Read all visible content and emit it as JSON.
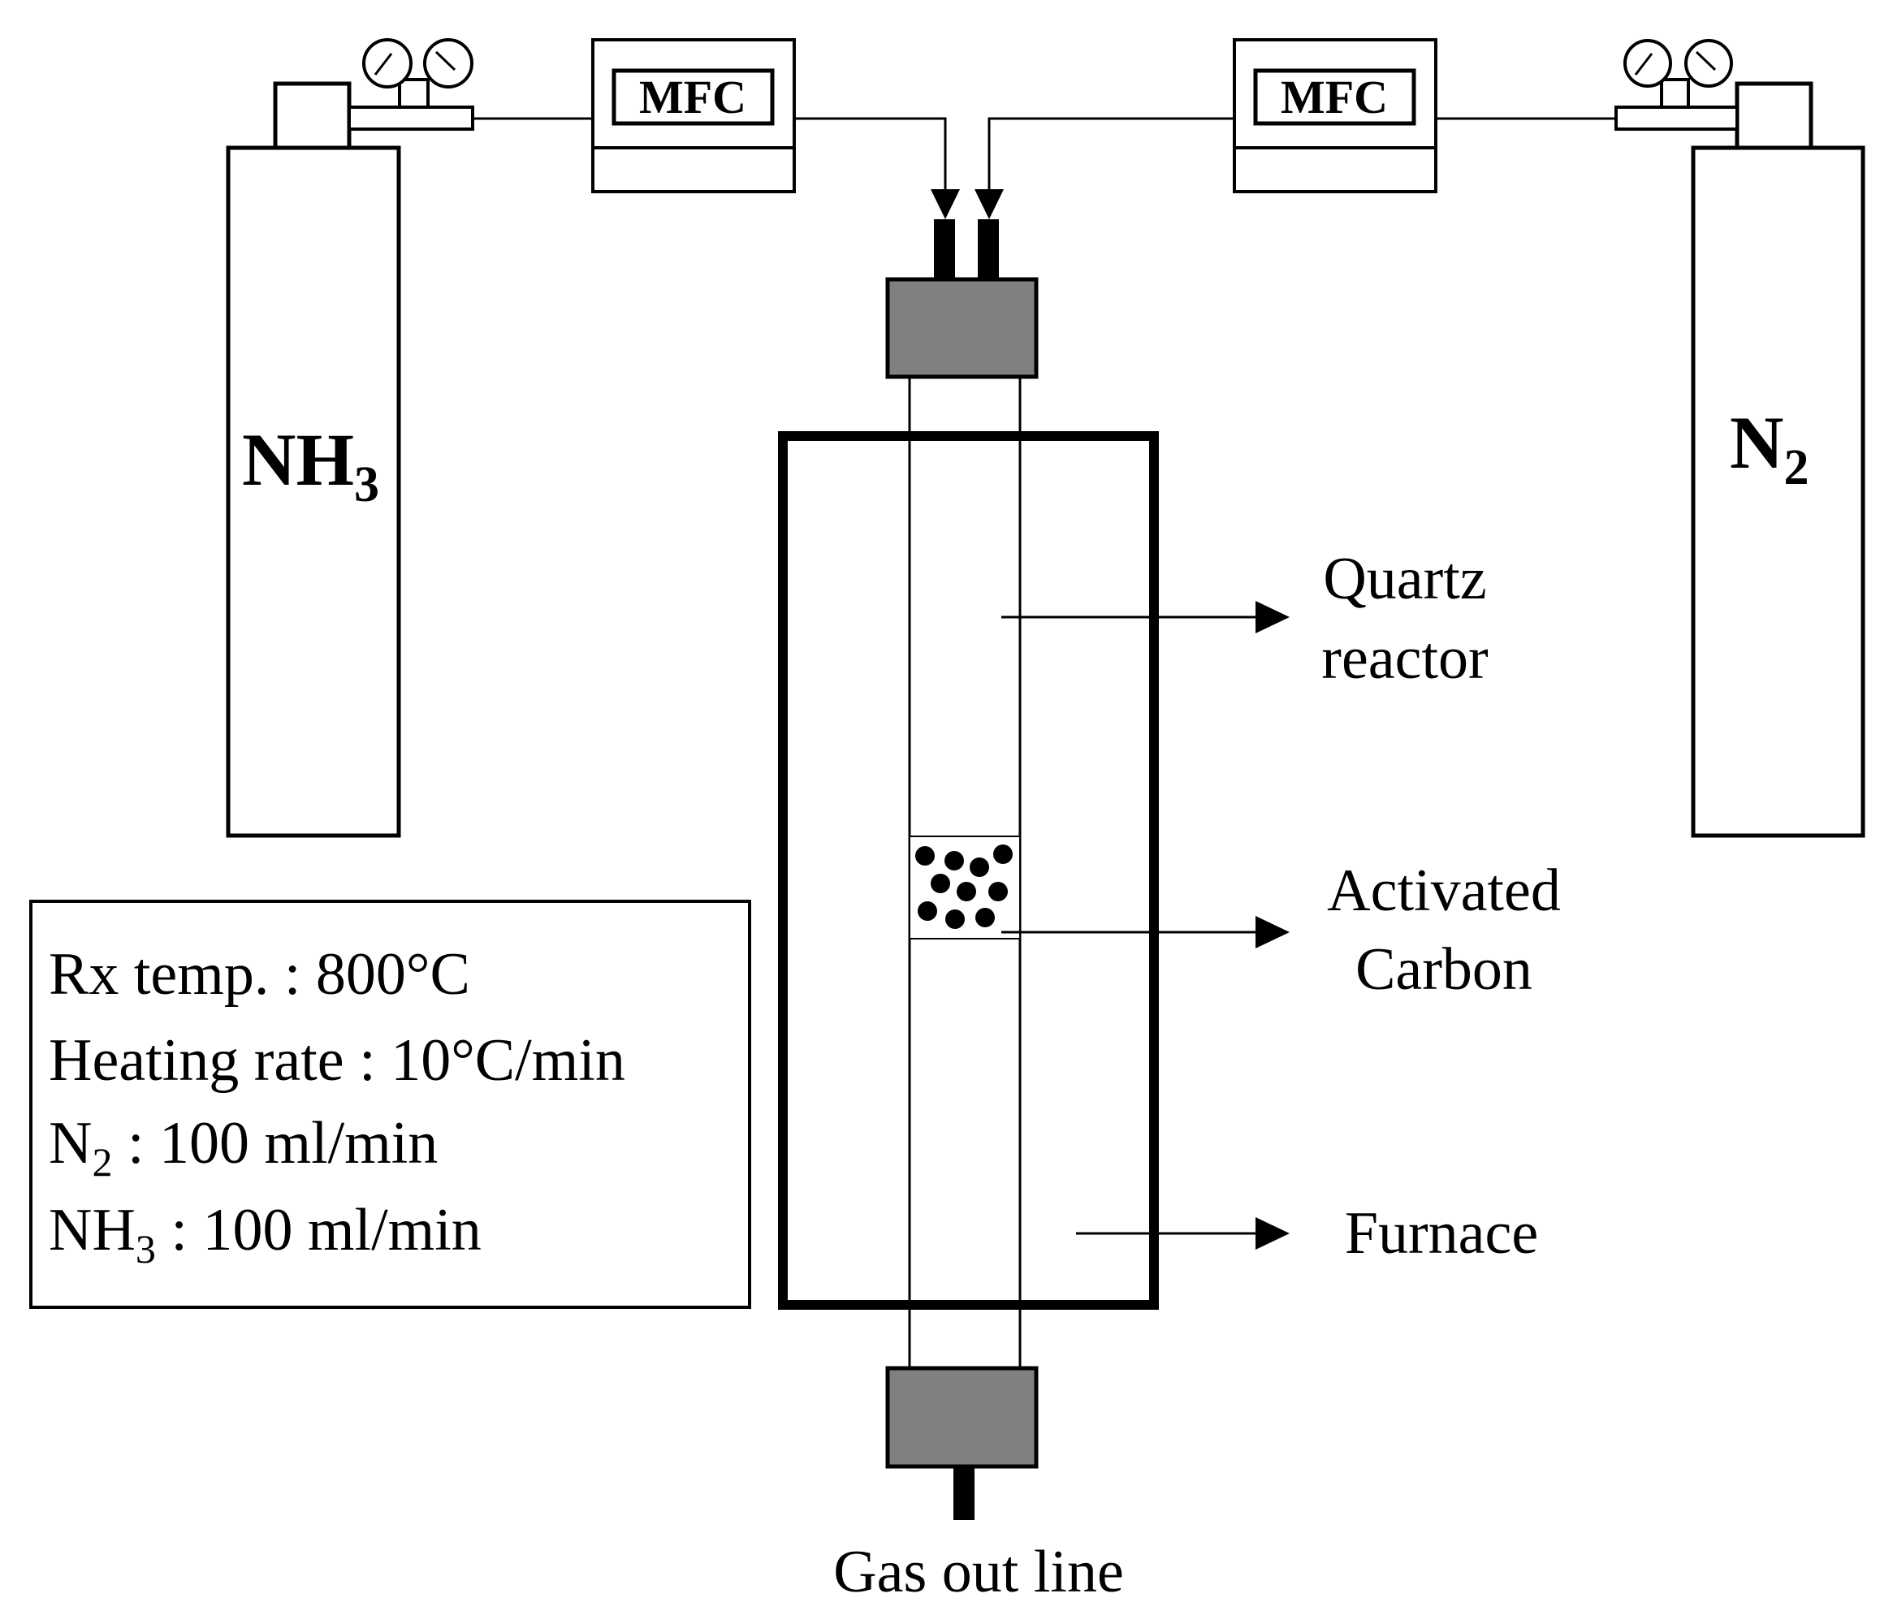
{
  "cylinders": {
    "left": {
      "formula": "NH",
      "subscript": "3"
    },
    "right": {
      "formula": "N",
      "subscript": "2"
    }
  },
  "mfc": {
    "left_label": "MFC",
    "right_label": "MFC"
  },
  "labels": {
    "quartz_line1": "Quartz",
    "quartz_line2": "reactor",
    "activated_line1": "Activated",
    "activated_line2": "Carbon",
    "furnace": "Furnace",
    "gas_out": "Gas out line"
  },
  "conditions": {
    "rx_temp": "Rx temp. :  800°C",
    "heating_rate": "Heating rate :  10°C/min",
    "n2_name": "N",
    "n2_sub": "2",
    "n2_value": " : 100 ml/min",
    "nh3_name": "NH",
    "nh3_sub": "3",
    "nh3_value": "  : 100 ml/min"
  },
  "colors": {
    "cap_fill": "#808080",
    "line": "#000000"
  }
}
